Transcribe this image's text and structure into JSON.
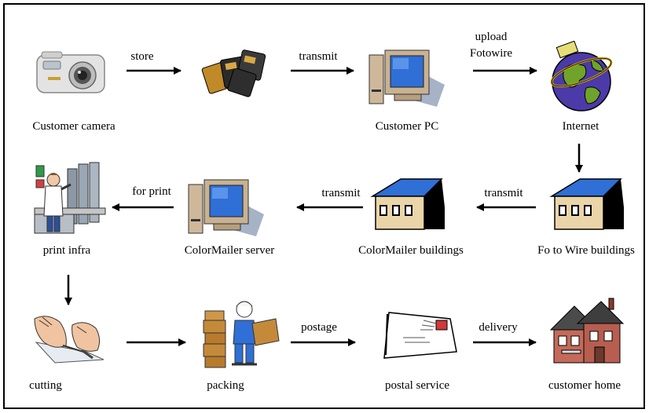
{
  "nodes": [
    {
      "id": "customer-camera",
      "label": "Customer camera",
      "icon": "camera-icon"
    },
    {
      "id": "memory-cards",
      "label": "",
      "icon": "memory-cards-icon"
    },
    {
      "id": "customer-pc",
      "label": "Customer PC",
      "icon": "computer-icon"
    },
    {
      "id": "internet",
      "label": "Internet",
      "icon": "globe-icon"
    },
    {
      "id": "print-infra",
      "label": "print infra",
      "icon": "print-worker-icon"
    },
    {
      "id": "colormailer-server",
      "label": "ColorMailer server",
      "icon": "computer-icon"
    },
    {
      "id": "colormailer-buildings",
      "label": "ColorMailer buildings",
      "icon": "building-icon"
    },
    {
      "id": "fotowire-buildings",
      "label": "Fo to Wire buildings",
      "icon": "building-icon"
    },
    {
      "id": "cutting",
      "label": "cutting",
      "icon": "cutting-hands-icon"
    },
    {
      "id": "packing",
      "label": "packing",
      "icon": "packing-worker-icon"
    },
    {
      "id": "postal-service",
      "label": "postal service",
      "icon": "envelope-icon"
    },
    {
      "id": "customer-home",
      "label": "customer home",
      "icon": "house-icon"
    }
  ],
  "edges": [
    {
      "from": "customer-camera",
      "to": "memory-cards",
      "label": "store"
    },
    {
      "from": "memory-cards",
      "to": "customer-pc",
      "label": "transmit"
    },
    {
      "from": "customer-pc",
      "to": "internet",
      "label": "upload\nFotowire"
    },
    {
      "from": "internet",
      "to": "fotowire-buildings",
      "label": ""
    },
    {
      "from": "fotowire-buildings",
      "to": "colormailer-buildings",
      "label": "transmit"
    },
    {
      "from": "colormailer-buildings",
      "to": "colormailer-server",
      "label": "transmit"
    },
    {
      "from": "colormailer-server",
      "to": "print-infra",
      "label": "for print"
    },
    {
      "from": "print-infra",
      "to": "cutting",
      "label": ""
    },
    {
      "from": "cutting",
      "to": "packing",
      "label": ""
    },
    {
      "from": "packing",
      "to": "postal-service",
      "label": "postage"
    },
    {
      "from": "postal-service",
      "to": "customer-home",
      "label": "delivery"
    }
  ]
}
